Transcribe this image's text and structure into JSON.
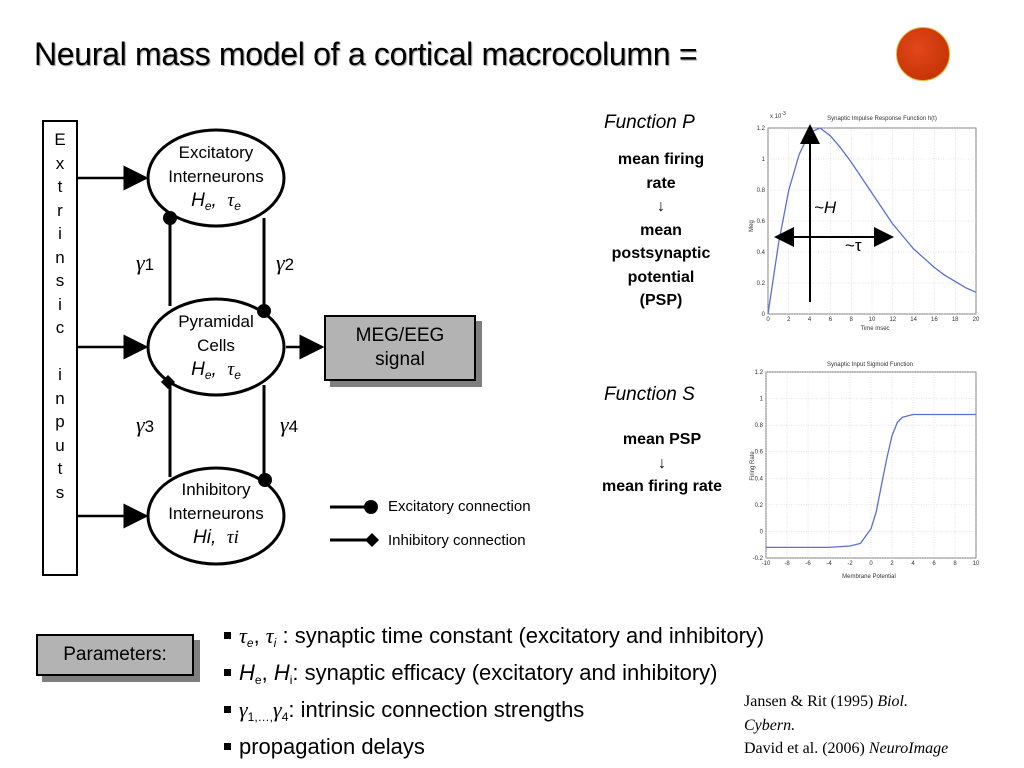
{
  "title": "Neural mass model of a cortical macrocolumn =",
  "colors": {
    "accent_dot": "#d03a0a",
    "box_fill": "#b3b3b3",
    "box_shadow": "#7f7f7f",
    "curve": "#5b6fd6"
  },
  "extrinsic_letters": [
    "E",
    "x",
    "t",
    "r",
    "i",
    "n",
    "s",
    "i",
    "c",
    "",
    "i",
    "n",
    "p",
    "u",
    "t",
    "s"
  ],
  "nodes": {
    "excitatory": {
      "line1": "Excitatory",
      "line2": "Interneurons",
      "p1": "H",
      "p1sub": "e",
      "p2": "τ",
      "p2sub": "e"
    },
    "pyramidal": {
      "line1": "Pyramidal",
      "line2": "Cells",
      "p1": "H",
      "p1sub": "e",
      "p2": "τ",
      "p2sub": "e"
    },
    "inhibitory": {
      "line1": "Inhibitory",
      "line2": "Interneurons",
      "p1": "Hi",
      "p2": "τi"
    }
  },
  "gammas": [
    {
      "symbol": "γ",
      "index": "1"
    },
    {
      "symbol": "γ",
      "index": "2"
    },
    {
      "symbol": "γ",
      "index": "3"
    },
    {
      "symbol": "γ",
      "index": "4"
    }
  ],
  "output": {
    "line1": "MEG/EEG",
    "line2": "signal"
  },
  "legend": {
    "excitatory": "Excitatory connection",
    "inhibitory": "Inhibitory connection"
  },
  "function_p": {
    "title": "Function P",
    "desc": [
      "mean firing",
      "rate",
      "↓",
      "mean",
      "postsynaptic",
      "potential",
      "(PSP)"
    ],
    "plot": {
      "title": "Synaptic Impulse Response Function h(t)",
      "xlabel": "Time msec",
      "ylabel": "Meg",
      "exponent": "x 10",
      "exponent_power": "-3",
      "xticks": [
        "0",
        "2",
        "4",
        "6",
        "8",
        "10",
        "12",
        "14",
        "16",
        "18",
        "20"
      ],
      "yticks": [
        "0",
        "0.2",
        "0.4",
        "0.6",
        "0.8",
        "1",
        "1.2"
      ],
      "annot_h": "~H",
      "annot_tau": "~τ"
    }
  },
  "function_s": {
    "title": "Function S",
    "desc": [
      "mean PSP",
      "↓",
      "mean firing rate"
    ],
    "plot": {
      "title": "Synaptic Input Sigmoid Function",
      "xlabel": "Membrane Potential",
      "ylabel": "Firing Rate",
      "xticks": [
        "-10",
        "-8",
        "-6",
        "-4",
        "-2",
        "0",
        "2",
        "4",
        "6",
        "8",
        "10"
      ],
      "yticks": [
        "-0.2",
        "0",
        "0.2",
        "0.4",
        "0.6",
        "0.8",
        "1",
        "1.2"
      ]
    }
  },
  "chart_data": [
    {
      "type": "line",
      "title": "Synaptic Impulse Response Function h(t)",
      "xlabel": "Time msec",
      "ylabel": "Meg",
      "xlim": [
        0,
        20
      ],
      "ylim": [
        0,
        1.2
      ],
      "x": [
        0,
        1,
        2,
        3,
        4,
        5,
        6,
        7,
        8,
        9,
        10,
        11,
        12,
        13,
        14,
        15,
        16,
        17,
        18,
        19,
        20
      ],
      "y": [
        0,
        0.45,
        0.8,
        1.03,
        1.17,
        1.2,
        1.15,
        1.07,
        0.98,
        0.88,
        0.78,
        0.68,
        0.58,
        0.5,
        0.42,
        0.36,
        0.3,
        0.25,
        0.21,
        0.17,
        0.14
      ]
    },
    {
      "type": "line",
      "title": "Synaptic Input Sigmoid Function",
      "xlabel": "Membrane Potential",
      "ylabel": "Firing Rate",
      "xlim": [
        -10,
        10
      ],
      "ylim": [
        -0.2,
        1.2
      ],
      "x": [
        -10,
        -8,
        -6,
        -4,
        -2,
        -1,
        0,
        0.5,
        1,
        1.5,
        2,
        2.5,
        3,
        4,
        6,
        8,
        10
      ],
      "y": [
        -0.12,
        -0.12,
        -0.12,
        -0.12,
        -0.11,
        -0.09,
        0.02,
        0.15,
        0.35,
        0.55,
        0.72,
        0.82,
        0.86,
        0.88,
        0.88,
        0.88,
        0.88
      ]
    }
  ],
  "params_label": "Parameters:",
  "bullets": {
    "b1_sym1": "τ",
    "b1_sub1": "e",
    "b1_sep": ", ",
    "b1_sym2": "τ",
    "b1_sub2": "i",
    "b1_text": ": synaptic time constant (excitatory and inhibitory)",
    "b2_sym1": "H",
    "b2_sub1": "e",
    "b2_sep": ", ",
    "b2_sym2": "H",
    "b2_sub2": "i",
    "b2_text": ": synaptic efficacy (excitatory and inhibitory)",
    "b3_sym1": "γ",
    "b3_sub": "1,…,",
    "b3_sym2": "γ",
    "b3_sub2": "4",
    "b3_text": ": intrinsic connection strengths",
    "b4_text": "propagation delays"
  },
  "references": {
    "r1_plain": "Jansen & Rit (1995) ",
    "r1_ital": "Biol.",
    "r1b_ital": "Cybern.",
    "r2_plain": "David et al. (2006) ",
    "r2_ital": "NeuroImage"
  }
}
